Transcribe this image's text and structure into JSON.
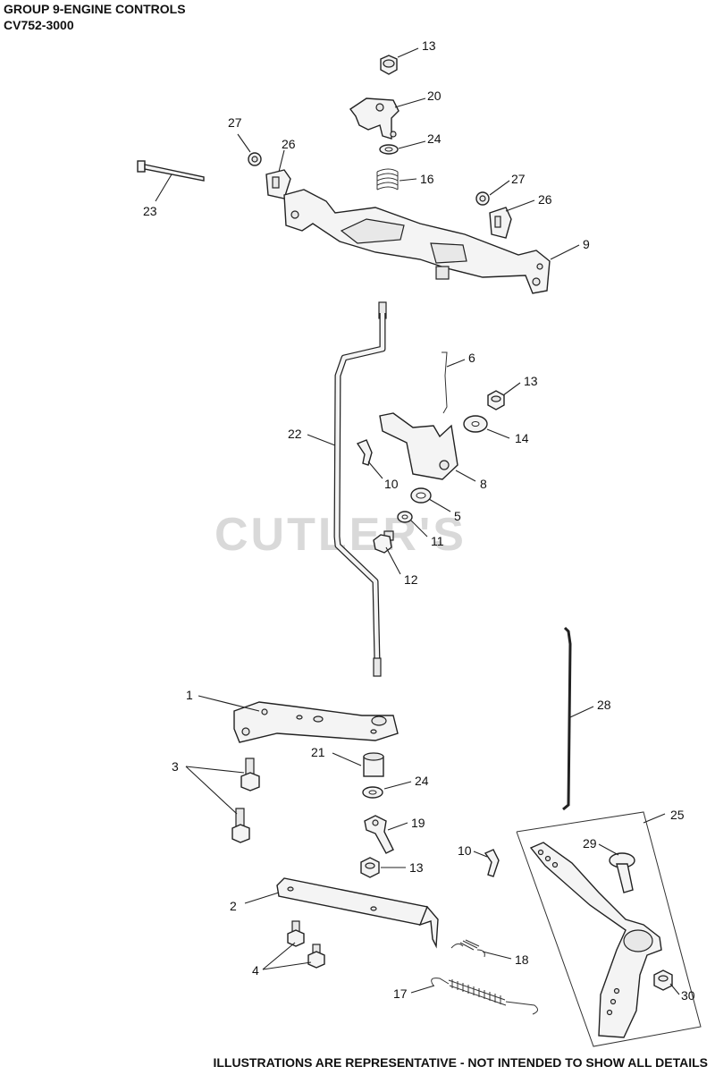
{
  "header": {
    "title": "GROUP 9-ENGINE CONTROLS",
    "model": "CV752-3000"
  },
  "watermark": "CUTLER'S",
  "footer": "ILLUSTRATIONS ARE REPRESENTATIVE - NOT INTENDED TO SHOW ALL DETAILS",
  "callouts": {
    "c13a": "13",
    "c20": "20",
    "c27a": "27",
    "c26a": "26",
    "c24a": "24",
    "c16": "16",
    "c23": "23",
    "c27b": "27",
    "c26b": "26",
    "c9": "9",
    "c6": "6",
    "c13b": "13",
    "c22": "22",
    "c14": "14",
    "c10a": "10",
    "c8": "8",
    "c5": "5",
    "c11": "11",
    "c12": "12",
    "c28": "28",
    "c1": "1",
    "c21": "21",
    "c3": "3",
    "c24b": "24",
    "c19": "19",
    "c13c": "13",
    "c25": "25",
    "c29": "29",
    "c10b": "10",
    "c2": "2",
    "c18": "18",
    "c4": "4",
    "c17": "17",
    "c30": "30"
  }
}
